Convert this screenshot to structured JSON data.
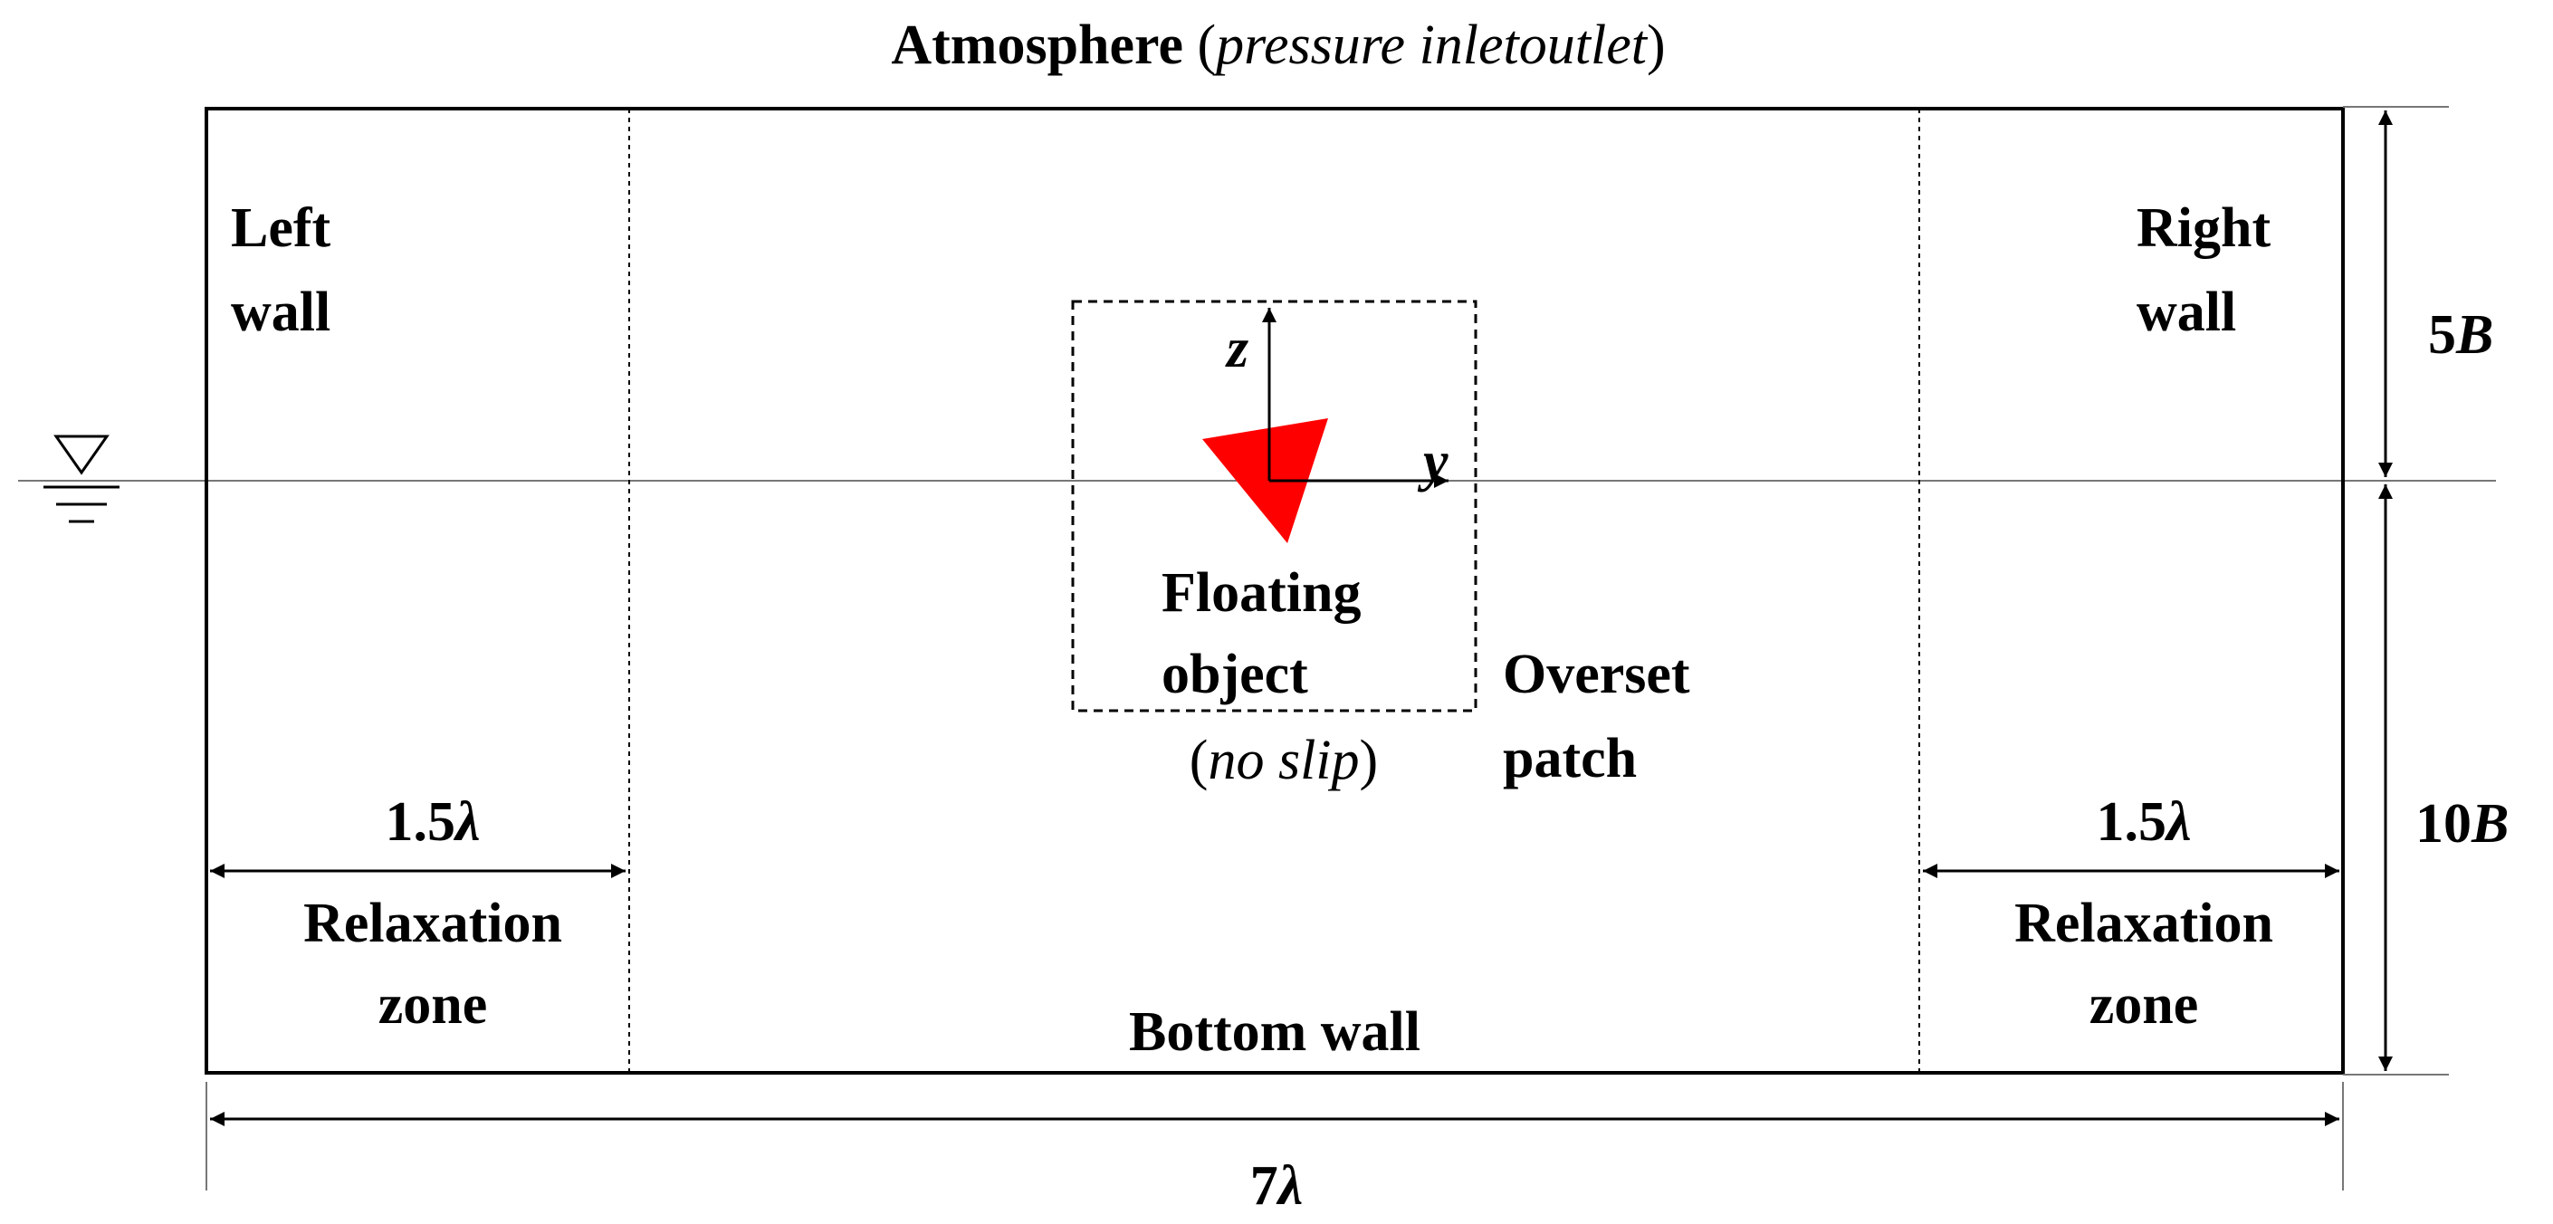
{
  "title": {
    "bold": "Atmosphere",
    "open": " (",
    "italic": "pressure inletoutlet",
    "close": ")"
  },
  "left_wall": {
    "line1": "Left",
    "line2": "wall"
  },
  "right_wall": {
    "line1": "Right",
    "line2": "wall"
  },
  "dim_top": {
    "num": "5",
    "sym": "B"
  },
  "dim_bottom": {
    "num": "10",
    "sym": "B"
  },
  "dim_width": {
    "num": "7",
    "sym": "λ"
  },
  "relax_left": {
    "dim_num": "1.5",
    "dim_sym": "λ",
    "line1": "Relaxation",
    "line2": "zone"
  },
  "relax_right": {
    "dim_num": "1.5",
    "dim_sym": "λ",
    "line1": "Relaxation",
    "line2": "zone"
  },
  "floating": {
    "line1": "Floating",
    "line2": "object",
    "open": "(",
    "italic": "no slip",
    "close": ")"
  },
  "overset": {
    "line1": "Overset",
    "line2": "patch"
  },
  "bottom_wall": "Bottom wall",
  "axes": {
    "z": "z",
    "y": "y"
  },
  "colors": {
    "object": "#ff0000",
    "line": "#000000"
  }
}
